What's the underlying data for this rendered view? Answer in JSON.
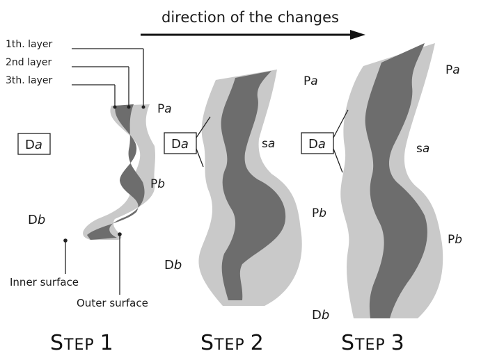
{
  "header": {
    "direction_label": "direction of the changes"
  },
  "layer_labels": {
    "layer1": "1th. layer",
    "layer2": "2nd layer",
    "layer3": "3th. layer"
  },
  "surface_labels": {
    "inner": "Inner surface",
    "outer": "Outer surface"
  },
  "steps": [
    {
      "title_big": "S",
      "title_rest": "TEP",
      "number": "1"
    },
    {
      "title_big": "S",
      "title_rest": "TEP",
      "number": "2"
    },
    {
      "title_big": "S",
      "title_rest": "TEP",
      "number": "3"
    }
  ],
  "region_labels": {
    "Pa": {
      "prefix": "P",
      "suffix": "a"
    },
    "Pb": {
      "prefix": "P",
      "suffix": "b"
    },
    "Da": {
      "prefix": "D",
      "suffix": "a"
    },
    "Db": {
      "prefix": "D",
      "suffix": "b"
    },
    "sa": {
      "prefix": "s",
      "suffix": "a"
    }
  },
  "colors": {
    "outer_layer": "#c9c9c9",
    "inner_layer": "#6d6d6d",
    "line": "#222222"
  }
}
